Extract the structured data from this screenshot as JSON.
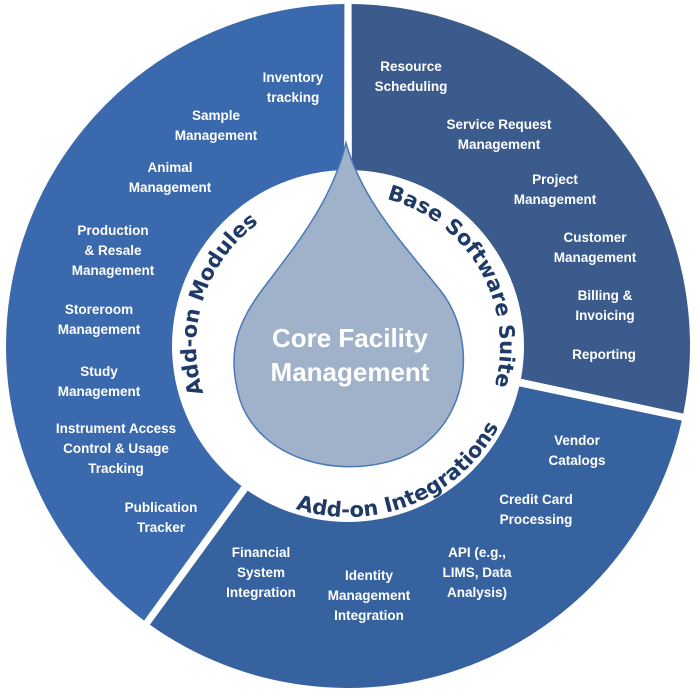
{
  "center": {
    "title": "Core Facility\nManagement"
  },
  "colors": {
    "modules": "#3a69ad",
    "base": "#3b5b8c",
    "integrations": "#3762a0",
    "drop": "#9fb2c9",
    "label": "#1f3a66"
  },
  "segments": {
    "base": {
      "label": "Base Software Suite",
      "items": [
        "Resource\nScheduling",
        "Service Request\nManagement",
        "Project\nManagement",
        "Customer\nManagement",
        "Billing &\nInvoicing",
        "Reporting"
      ]
    },
    "modules": {
      "label": "Add-on Modules",
      "items": [
        "Inventory\ntracking",
        "Sample\nManagement",
        "Animal\nManagement",
        "Production\n& Resale\nManagement",
        "Storeroom\nManagement",
        "Study\nManagement",
        "Instrument Access\nControl & Usage\nTracking",
        "Publication\nTracker"
      ]
    },
    "integrations": {
      "label": "Add-on Integrations",
      "items": [
        "Vendor\nCatalogs",
        "Credit Card\nProcessing",
        "API (e.g.,\nLIMS, Data\nAnalysis)",
        "Identity\nManagement\nIntegration",
        "Financial\nSystem\nIntegration"
      ]
    }
  }
}
